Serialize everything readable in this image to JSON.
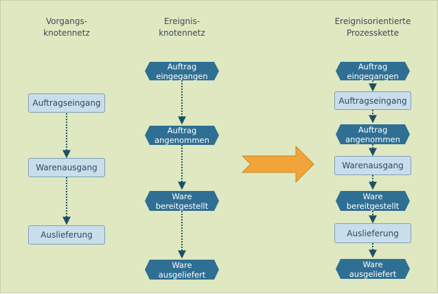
{
  "colors": {
    "background": "#dfe8c0",
    "function_fill": "#c9ddeb",
    "function_border": "#7d9fb6",
    "event_fill": "#2f6f93",
    "connector": "#1f4f66",
    "arrow_fill": "#f0a43a"
  },
  "columns": {
    "vorgang": {
      "title": "Vorgangs-\nknotennetz",
      "nodes": [
        "Auftragseingang",
        "Warenausgang",
        "Auslieferung"
      ]
    },
    "ereignis": {
      "title": "Ereignis-\nknotennetz",
      "nodes": [
        "Auftrag\neingegangen",
        "Auftrag\nangenommen",
        "Ware\nbereitgestellt",
        "Ware\nausgeliefert"
      ]
    },
    "epk": {
      "title": "Ereignisorientierte\nProzesskette",
      "nodes": [
        {
          "kind": "event",
          "label": "Auftrag\neingegangen"
        },
        {
          "kind": "function",
          "label": "Auftragseingang"
        },
        {
          "kind": "event",
          "label": "Auftrag\nangenommen"
        },
        {
          "kind": "function",
          "label": "Warenausgang"
        },
        {
          "kind": "event",
          "label": "Ware\nbereitgestellt"
        },
        {
          "kind": "function",
          "label": "Auslieferung"
        },
        {
          "kind": "event",
          "label": "Ware\nausgeliefert"
        }
      ]
    }
  },
  "transition_arrow": {
    "icon": "right-arrow-icon"
  }
}
